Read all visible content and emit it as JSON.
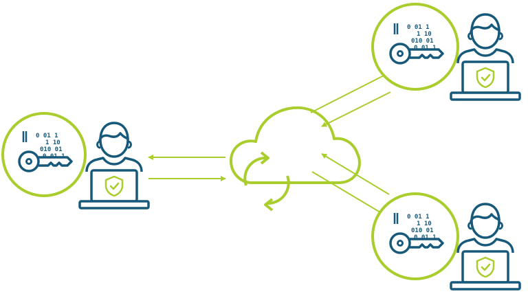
{
  "colors": {
    "accent": "#a9cd2c",
    "ink": "#17597a",
    "background": "#ffffff"
  },
  "binary_rows": [
    "0 01 1",
    "1 10",
    "010 01",
    "0 01 1"
  ],
  "icons": {
    "key": "key-icon",
    "user": "user-icon",
    "laptop": "laptop-icon",
    "shield": "shield-check-icon",
    "cloud": "cloud-sync-icon"
  }
}
